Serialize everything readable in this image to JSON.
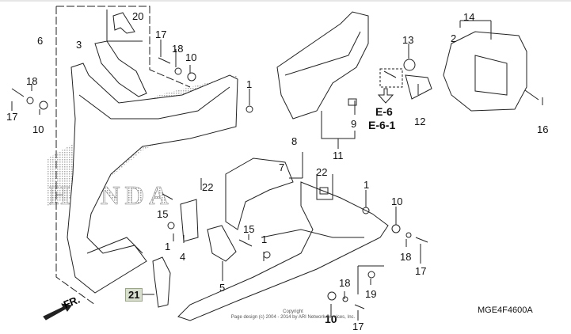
{
  "diagram": {
    "code": "MGE4F4600A",
    "watermark": "HONDA",
    "front_arrow": "FR.",
    "copyright_lines": [
      "Copyright",
      "Page design (c) 2004 - 2014 by ARI Network Services, Inc."
    ],
    "highlighted_part": "21",
    "reference": {
      "labels": [
        "E-6",
        "E-6-1"
      ]
    },
    "callouts": [
      {
        "id": "c20",
        "num": "20"
      },
      {
        "id": "c6",
        "num": "6"
      },
      {
        "id": "c3",
        "num": "3"
      },
      {
        "id": "c17a",
        "num": "17"
      },
      {
        "id": "c18a",
        "num": "18"
      },
      {
        "id": "c10a",
        "num": "10"
      },
      {
        "id": "c18b",
        "num": "18"
      },
      {
        "id": "c17b",
        "num": "17"
      },
      {
        "id": "c10b",
        "num": "10"
      },
      {
        "id": "c1a",
        "num": "1"
      },
      {
        "id": "c13",
        "num": "13"
      },
      {
        "id": "c14",
        "num": "14"
      },
      {
        "id": "c2",
        "num": "2"
      },
      {
        "id": "c9",
        "num": "9"
      },
      {
        "id": "c12",
        "num": "12"
      },
      {
        "id": "c16",
        "num": "16"
      },
      {
        "id": "c8",
        "num": "8"
      },
      {
        "id": "c11",
        "num": "11"
      },
      {
        "id": "c7",
        "num": "7"
      },
      {
        "id": "c22a",
        "num": "22"
      },
      {
        "id": "c22b",
        "num": "22"
      },
      {
        "id": "c1b",
        "num": "1"
      },
      {
        "id": "c15a",
        "num": "15"
      },
      {
        "id": "c1c",
        "num": "1"
      },
      {
        "id": "c4",
        "num": "4"
      },
      {
        "id": "c15b",
        "num": "15"
      },
      {
        "id": "c1d",
        "num": "1"
      },
      {
        "id": "c5",
        "num": "5"
      },
      {
        "id": "c10c",
        "num": "10"
      },
      {
        "id": "c18c",
        "num": "18"
      },
      {
        "id": "c17c",
        "num": "17"
      },
      {
        "id": "c21",
        "num": "21"
      },
      {
        "id": "c19",
        "num": "19"
      },
      {
        "id": "c18d",
        "num": "18"
      },
      {
        "id": "c10d",
        "num": "10"
      },
      {
        "id": "c17d",
        "num": "17"
      }
    ]
  }
}
